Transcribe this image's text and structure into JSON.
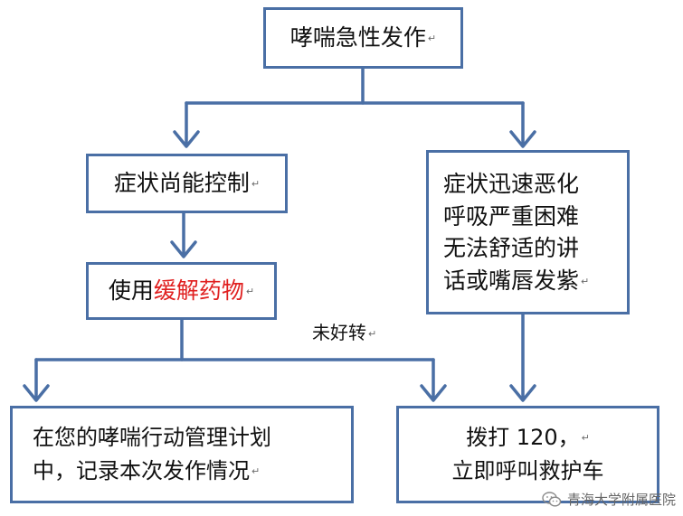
{
  "nodes": {
    "attack": "哮喘急性发作",
    "controllable": "症状尚能控制",
    "use_prefix": "使用",
    "use_highlight": "缓解药物",
    "worsening_lines": [
      "症状迅速恶化",
      "呼吸严重困难",
      "无法舒适的讲",
      "话或嘴唇发紫"
    ],
    "record_lines": [
      "在您的哮喘行动管理计划",
      "中，记录本次发作情况"
    ],
    "call_lines": [
      "拨打 120，",
      "立即呼叫救护车"
    ]
  },
  "edge_labels": {
    "not_improved": "未好转"
  },
  "watermark": {
    "icon": "wechat-icon",
    "text": "青海大学附属医院"
  },
  "colors": {
    "box_border": "#4a6fa5",
    "arrow": "#4a6fa5",
    "highlight": "#e02020"
  }
}
